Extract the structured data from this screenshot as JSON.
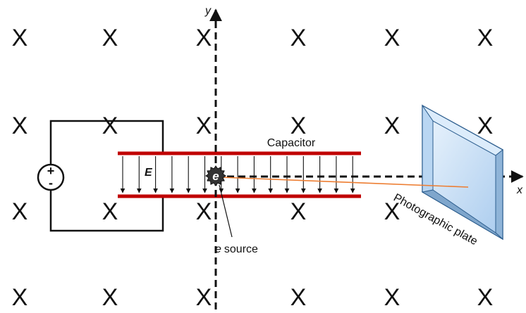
{
  "diagram": {
    "field_mark": "X",
    "labels": {
      "axis_y": "y",
      "axis_x": "x",
      "capacitor": "Capacitor",
      "field": "E",
      "source_symbol": "e",
      "source_text": "source",
      "plate": "Photographic plate",
      "battery_plus": "+",
      "battery_minus": "-"
    },
    "colors": {
      "capacitor_plate": "#c00000",
      "beam": "#ed7d31",
      "glass_fill": "#cfe3f7",
      "glass_edge": "#2e5f8f",
      "source": "#333333"
    }
  }
}
